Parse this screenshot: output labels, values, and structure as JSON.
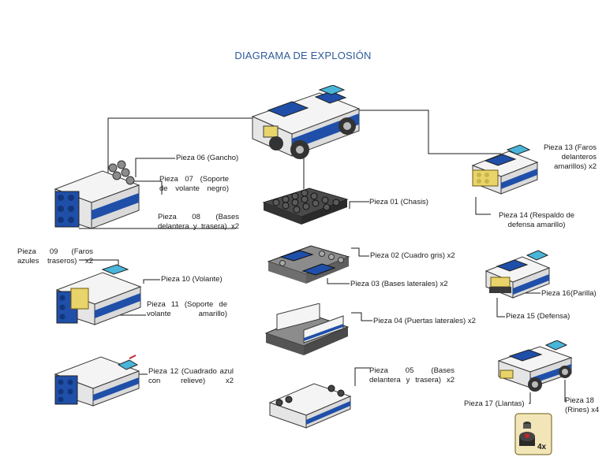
{
  "title": "DIAGRAMA DE EXPLOSIÓN",
  "labels": {
    "p06": "Pieza 06 (Gancho)",
    "p07": "Pieza 07 (Soporte de volante negro)",
    "p08": "Pieza 08 (Bases delantera y trasera) x2",
    "p01": "Pieza 01 (Chasis)",
    "p13": "Pieza 13 (Faros delanteros amarillos) x2",
    "p14": "Pieza 14 (Respaldo de defensa amarillo)",
    "p09": "Pieza 09 (Faros azules traseros) x2",
    "p10": "Pieza 10 (Volante)",
    "p11": "Pieza 11 (Soporte de volante amarillo)",
    "p02": "Pieza 02 (Cuadro gris) x2",
    "p03": "Pieza 03 (Bases laterales) x2",
    "p16": "Pieza 16(Parilla)",
    "p15": "Pieza 15 (Defensa)",
    "p04": "Pieza 04 (Puertas laterales) x2",
    "p12": "Pieza 12 (Cuadrado azul con relieve) x2",
    "p05": "Pieza 05 (Bases delantera y trasera) x2",
    "p17": "Pieza 17 (Llantas)",
    "p18": "Pieza 18 (Rines) x4",
    "qty": "4x"
  },
  "colors": {
    "title": "#2e5b9a",
    "brick_blue": "#1f4fa8",
    "brick_white": "#f4f4f4",
    "brick_grey": "#8c8c8c",
    "brick_dark": "#3a3a3a",
    "brick_yellow": "#e8d46a",
    "brick_cyan": "#49b6d9",
    "leader_line": "#1a1a1a"
  }
}
